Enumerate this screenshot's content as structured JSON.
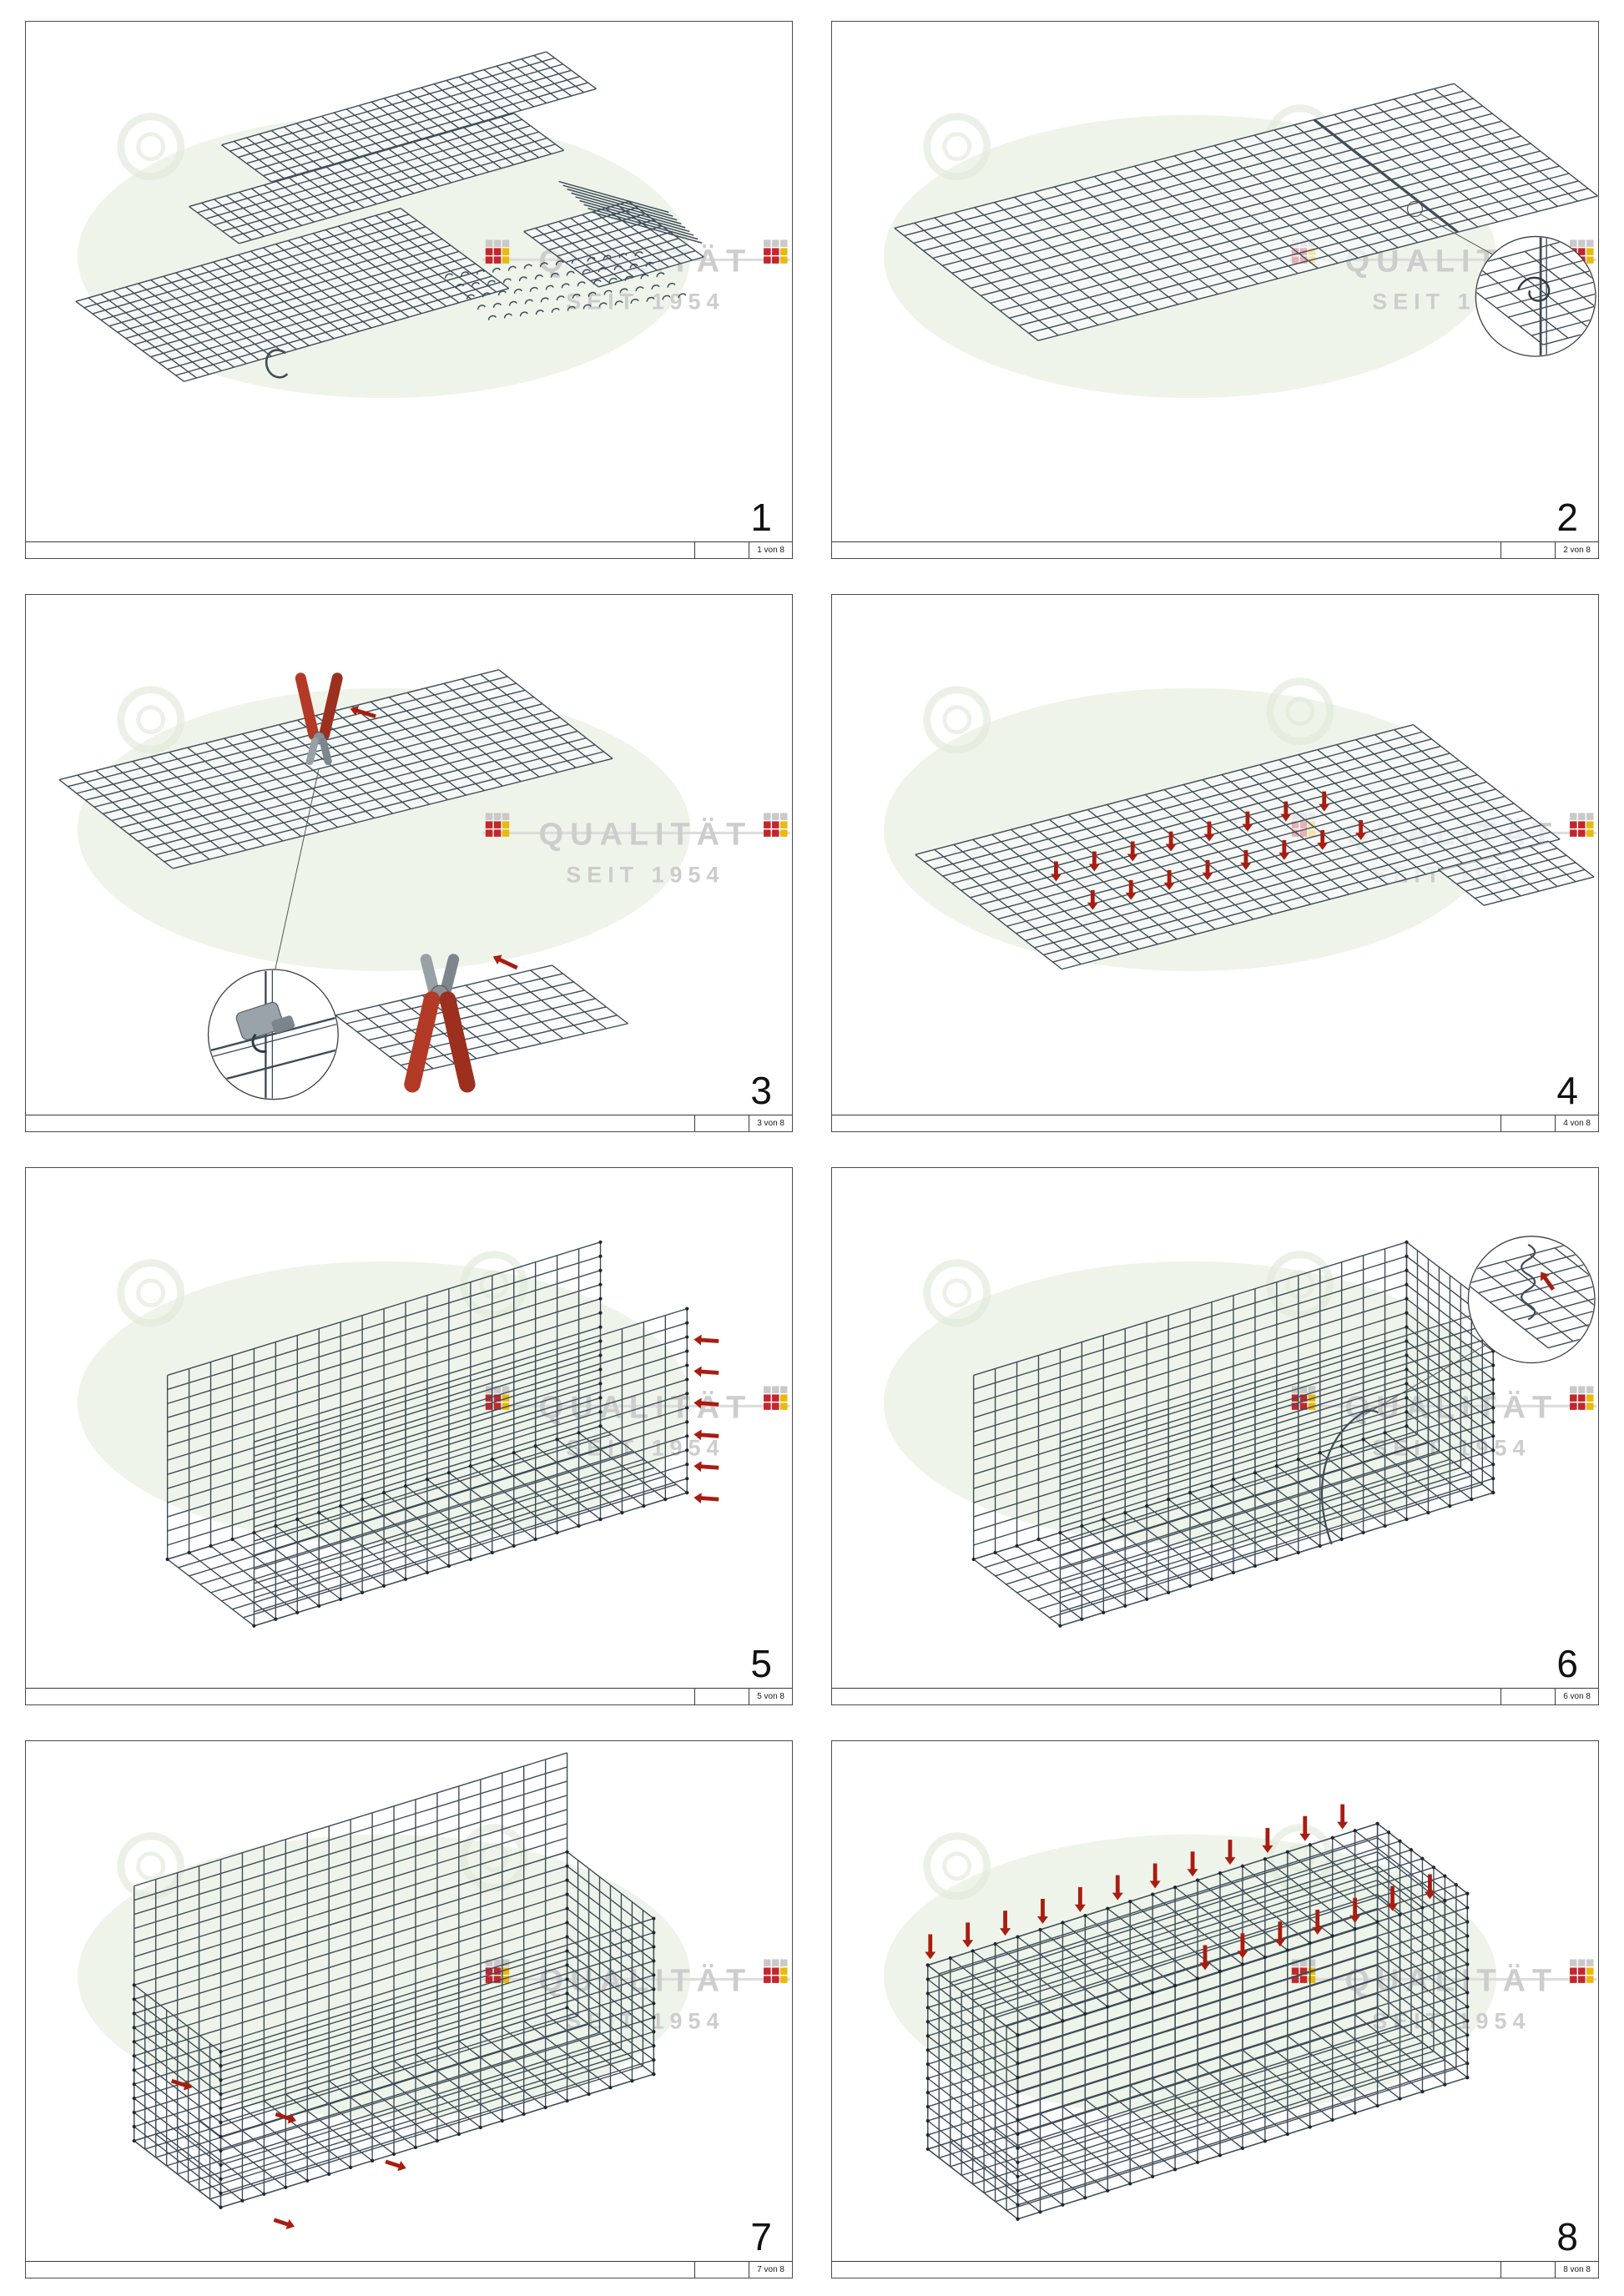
{
  "panels": [
    {
      "step": "1",
      "footer": "1 von 8"
    },
    {
      "step": "2",
      "footer": "2 von 8"
    },
    {
      "step": "3",
      "footer": "3 von 8"
    },
    {
      "step": "4",
      "footer": "4 von 8"
    },
    {
      "step": "5",
      "footer": "5 von 8"
    },
    {
      "step": "6",
      "footer": "6 von 8"
    },
    {
      "step": "7",
      "footer": "7 von 8"
    },
    {
      "step": "8",
      "footer": "8 von 8"
    }
  ],
  "watermark": {
    "line1": "QUALITÄT",
    "line2": "SEIT 1954"
  },
  "colors": {
    "mesh": "#3e4d59",
    "arrow": "#a81d11",
    "watermark_text": "#cdcdcd",
    "watermark_fill": "#eef4e9",
    "logo_red": "#c4262c",
    "logo_yellow": "#e9b90c",
    "logo_gray": "#c9c9c9",
    "detail_stroke": "#3f3f3f",
    "pliers_red": "#b23a26",
    "pliers_red_dark": "#9c2f1e",
    "pliers_gray": "#98a0a8",
    "pliers_gray_dark": "#7d858d"
  }
}
